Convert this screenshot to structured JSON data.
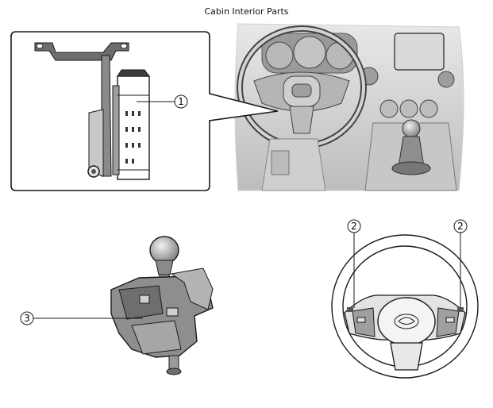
{
  "title": "Cabin Interior Parts",
  "callouts": {
    "module": "1",
    "switch_left": "2",
    "switch_right": "2",
    "shifter": "3"
  },
  "colors": {
    "line": "#1a1a1a",
    "grey_dark": "#6e6e6e",
    "grey_mid": "#a8a8a8",
    "grey_light": "#d6d6d6"
  }
}
